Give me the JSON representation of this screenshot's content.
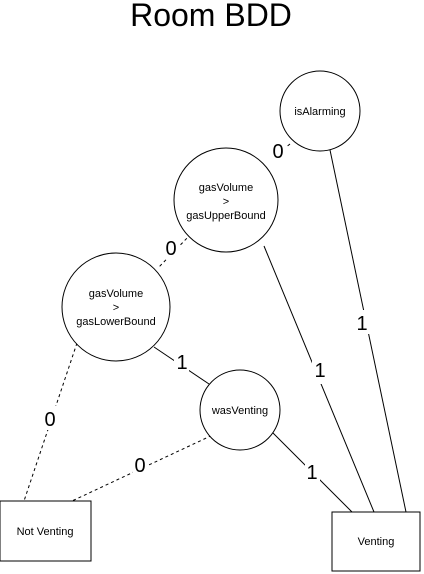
{
  "title": "Room BDD",
  "colors": {
    "stroke": "#000000",
    "background": "#ffffff"
  },
  "nodes": {
    "isAlarming": {
      "lines": [
        "isAlarming"
      ]
    },
    "gasUpper": {
      "lines": [
        "gasVolume",
        ">",
        "gasUpperBound"
      ]
    },
    "gasLower": {
      "lines": [
        "gasVolume",
        ">",
        "gasLowerBound"
      ]
    },
    "wasVenting": {
      "lines": [
        "wasVenting"
      ]
    },
    "notVenting": {
      "lines": [
        "Not Venting"
      ]
    },
    "venting": {
      "lines": [
        "Venting"
      ]
    }
  },
  "edges": {
    "alarmingToUpper": {
      "label": "0",
      "style": "dashed"
    },
    "alarmingToVenting": {
      "label": "1",
      "style": "solid"
    },
    "upperToLower": {
      "label": "0",
      "style": "dashed"
    },
    "upperToVenting": {
      "label": "1",
      "style": "solid"
    },
    "lowerToNotVenting": {
      "label": "0",
      "style": "dashed"
    },
    "lowerToWasVenting": {
      "label": "1",
      "style": "solid"
    },
    "wasVentingToNotVenting": {
      "label": "0",
      "style": "dashed"
    },
    "wasVentingToVenting": {
      "label": "1",
      "style": "solid"
    }
  }
}
